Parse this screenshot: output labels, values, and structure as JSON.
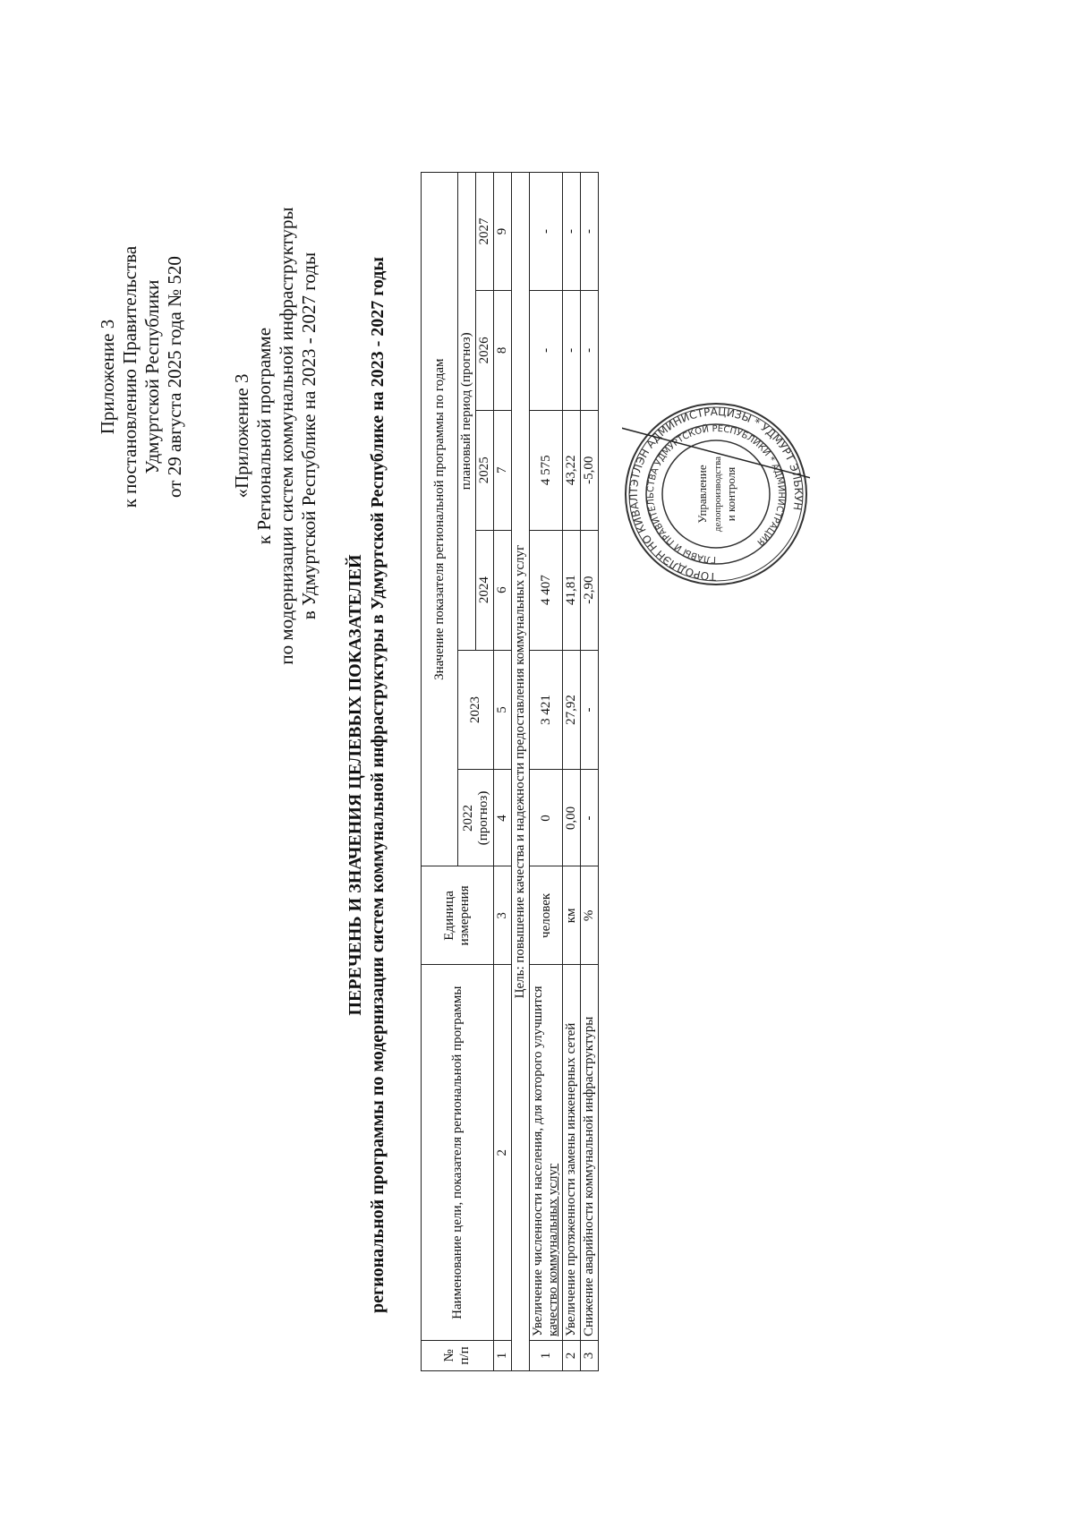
{
  "approval": {
    "line1": "Приложение 3",
    "line2": "к постановлению Правительства",
    "line3": "Удмуртской Республики",
    "line4": "от 29 августа 2025 года № 520"
  },
  "approval2": {
    "line1": "«Приложение 3",
    "line2": "к Региональной программе",
    "line3": "по модернизации систем коммунальной инфраструктуры",
    "line4": "в Удмуртской Республике на 2023 - 2027 годы"
  },
  "title": {
    "line1": "ПЕРЕЧЕНЬ И ЗНАЧЕНИЯ ЦЕЛЕВЫХ ПОКАЗАТЕЛЕЙ",
    "line2": "региональной программы по модернизации систем коммунальной инфраструктуры в Удмуртской Республике на 2023 - 2027 годы"
  },
  "table": {
    "h_num": "№ п/п",
    "h_name": "Наименование цели, показателя региональной программы",
    "h_unit": "Единица измерения",
    "h_values": "Значение показателя региональной программы по годам",
    "h_2022": "2022",
    "h_2022_note": "(прогноз)",
    "h_planned": "плановый период (прогноз)",
    "years": [
      "2023",
      "2024",
      "2025",
      "2026",
      "2027"
    ],
    "colnums": [
      "1",
      "2",
      "3",
      "4",
      "5",
      "6",
      "7",
      "8",
      "9"
    ],
    "goal": "Цель: повышение качества и надежности предоставления коммунальных услуг",
    "rows": [
      {
        "num": "1",
        "name_a": "Увеличение численности населения, для которого улучшится",
        "name_b": "качество коммунальных услуг",
        "unit": "человек",
        "v2022": "0",
        "v2023": "3 421",
        "v2024": "4 407",
        "v2025": "4 575",
        "v2026": "-",
        "v2027": "-"
      },
      {
        "num": "2",
        "name_a": "Увеличение протяженности замены инженерных сетей",
        "name_b": "",
        "unit": "км",
        "v2022": "0,00",
        "v2023": "27,92",
        "v2024": "41,81",
        "v2025": "43,22",
        "v2026": "-",
        "v2027": "-"
      },
      {
        "num": "3",
        "name_a": "Снижение аварийности коммунальной инфраструктуры",
        "name_b": "",
        "unit": "%",
        "v2022": "-",
        "v2023": "-",
        "v2024": "-2,90",
        "v2025": "-5,00",
        "v2026": "-",
        "v2027": "-"
      }
    ]
  },
  "stamp": {
    "ring_outer": "ТОРОДЛЭН НО КИВАЛТЭТЛЭН АДМИНИСТРАЦИЗЫ * УДМУРТ ЭЛЬКУН",
    "ring_inner": "ГЛАВЫ И ПРАВИТЕЛЬСТВА УДМУРТСКОЙ РЕСПУБЛИКИ * АДМИНИСТРАЦИЯ",
    "center1": "Управление",
    "center2": "делопроизводства",
    "center3": "и контроля"
  }
}
